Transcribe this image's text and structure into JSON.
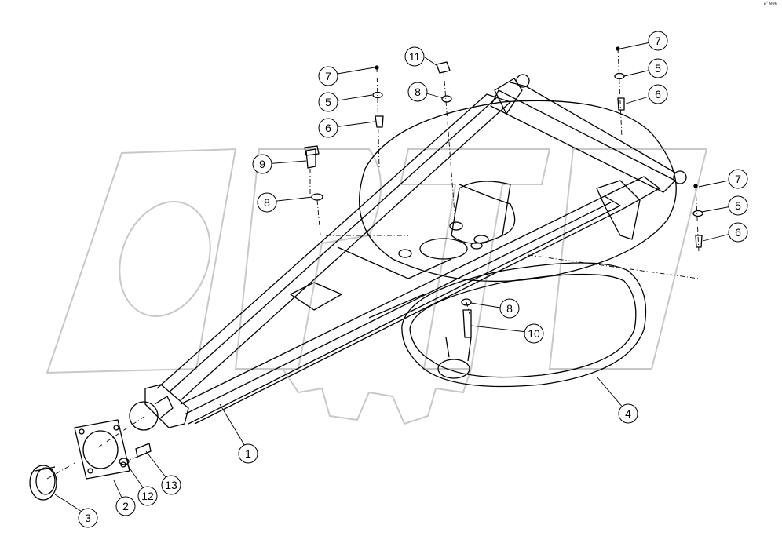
{
  "corner_mark": "a° eee",
  "callouts": [
    {
      "id": "c1",
      "label": "1"
    },
    {
      "id": "c2",
      "label": "2"
    },
    {
      "id": "c3",
      "label": "3"
    },
    {
      "id": "c4",
      "label": "4"
    },
    {
      "id": "c5a",
      "label": "5"
    },
    {
      "id": "c5b",
      "label": "5"
    },
    {
      "id": "c5c",
      "label": "5"
    },
    {
      "id": "c6a",
      "label": "6"
    },
    {
      "id": "c6b",
      "label": "6"
    },
    {
      "id": "c6c",
      "label": "6"
    },
    {
      "id": "c7a",
      "label": "7"
    },
    {
      "id": "c7b",
      "label": "7"
    },
    {
      "id": "c7c",
      "label": "7"
    },
    {
      "id": "c8a",
      "label": "8"
    },
    {
      "id": "c8b",
      "label": "8"
    },
    {
      "id": "c8c",
      "label": "8"
    },
    {
      "id": "c9",
      "label": "9"
    },
    {
      "id": "c10",
      "label": "10"
    },
    {
      "id": "c11",
      "label": "11"
    },
    {
      "id": "c12",
      "label": "12"
    },
    {
      "id": "c13",
      "label": "13"
    }
  ],
  "colors": {
    "line": "#000000",
    "watermark": "#c8c8c8"
  },
  "watermark_logo": "OPTI"
}
